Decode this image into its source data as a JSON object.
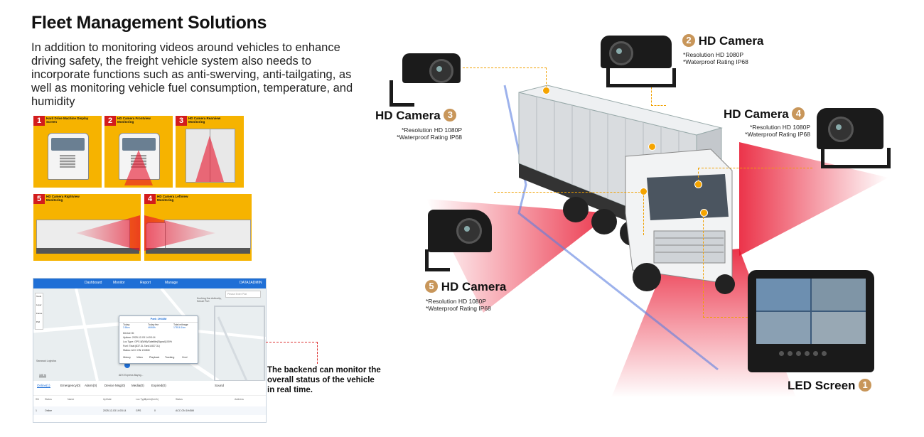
{
  "title": "Fleet Management Solutions",
  "description": "In addition to monitoring videos around vehicles to enhance driving safety, the freight vehicle system also needs to incorporate functions such as anti-swerving, anti-tailgating, as well as monitoring vehicle fuel consumption, temperature, and humidity",
  "thumbnails": [
    {
      "num": "1",
      "caption": "Hard Drive Machine Display Screen"
    },
    {
      "num": "2",
      "caption": "HD Camera Frontview Monitoring"
    },
    {
      "num": "3",
      "caption": "HD Camera Rearview Monitoring"
    },
    {
      "num": "5",
      "caption": "HD Camera Rightview Monitoring"
    },
    {
      "num": "4",
      "caption": "HD Camera Leftview Monitoring"
    }
  ],
  "map": {
    "nav": [
      "Dashboard",
      "Monitor",
      "Report",
      "Manage"
    ],
    "user": "DATA2ADMIN",
    "search_placeholder": "Please Enter Plat",
    "side_tools": [
      "Tools",
      "Layer",
      "Fence",
      "Poll"
    ],
    "places": [
      "Kuching Har Authority, Senari Port",
      "Sarawak Logistics",
      "AEX Express Bayng..."
    ],
    "popup": {
      "title": "Park 1H46M",
      "stats": [
        {
          "label": "Today",
          "value": "3.8km"
        },
        {
          "label": "Today fee",
          "value": "46/68h"
        },
        {
          "label": "Total mileage",
          "value": "17816.1km"
        }
      ],
      "lines": [
        "Device ID:",
        "Uptime: 2025-12-03 14:03:14",
        "Loc Type: GPS 8(Wifi)/Satellite(Signal)100%",
        "Fuel: Total:(837.3L Tank1:837.3L)",
        "Status: ACC ON 1H45M"
      ],
      "actions": [
        "History",
        "Video",
        "Playback",
        "Tracking",
        "Cmd"
      ]
    },
    "scale": "100 m",
    "tabs": [
      "Online(1)",
      "Emergency(0)",
      "Alarm(0)",
      "Device Msg(0)",
      "Media(0)",
      "Expired(0)",
      "Sound"
    ],
    "columns": [
      "SN",
      "Status",
      "Name",
      "UpDate",
      "Loc Type",
      "Speed(km/h)",
      "Status",
      "Address"
    ],
    "row": [
      "1",
      "Online",
      "",
      "2025-12-03 14:03:14",
      "GPS",
      "0",
      "ACC ON 1H45M",
      ""
    ]
  },
  "backend_note": "The backend can monitor the overall status of the vehicle in real time.",
  "cameras": [
    {
      "id": "cam2",
      "num": "2",
      "label": "HD Camera",
      "spec1": "*Resolution HD 1080P",
      "spec2": "*Waterproof Rating IP68"
    },
    {
      "id": "cam3",
      "num": "3",
      "label": "HD Camera",
      "spec1": "*Resolution HD 1080P",
      "spec2": "*Waterproof Rating IP68"
    },
    {
      "id": "cam4",
      "num": "4",
      "label": "HD Camera",
      "spec1": "*Resolution HD 1080P",
      "spec2": "*Waterproof Rating IP68"
    },
    {
      "id": "cam5",
      "num": "5",
      "label": "HD Camera",
      "spec1": "*Resolution HD 1080P",
      "spec2": "*Waterproof Rating IP68"
    }
  ],
  "screen": {
    "num": "1",
    "label": "LED Screen"
  },
  "colors": {
    "accent": "#f5a400",
    "badge": "#c8965a",
    "thumb_bg": "#f6b300",
    "thumb_num": "#d31c1c",
    "nav": "#1f6fd6",
    "beam": "#e8102a"
  }
}
